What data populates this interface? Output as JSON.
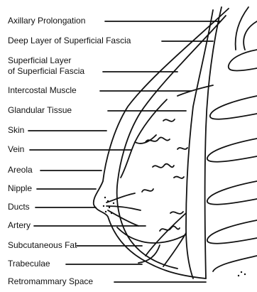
{
  "labels": {
    "axillary_prolongation": "Axillary Prolongation",
    "deep_layer_fascia": "Deep Layer of Superficial Fascia",
    "superficial_layer_1": "Superficial Layer",
    "superficial_layer_2": "of Superficial Fascia",
    "intercostal_muscle": "Intercostal Muscle",
    "glandular_tissue": "Glandular Tissue",
    "skin": "Skin",
    "vein": "Vein",
    "areola": "Areola",
    "nipple": "Nipple",
    "ducts": "Ducts",
    "artery": "Artery",
    "subcutaneous_fat": "Subcutaneous Fat",
    "trabeculae": "Trabeculae",
    "retromammary_space": "Retromammary Space"
  },
  "colors": {
    "ink": "#111111",
    "background": "#ffffff"
  }
}
